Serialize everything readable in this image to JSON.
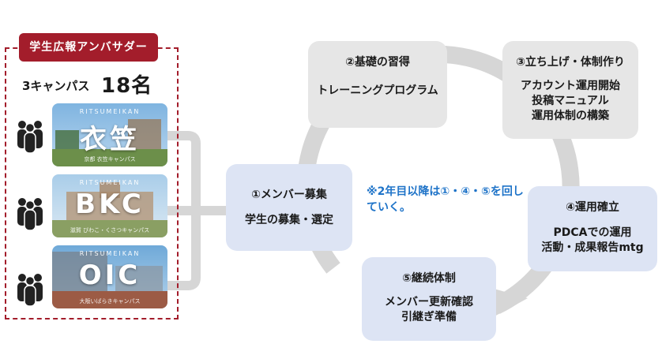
{
  "panel": {
    "title": "学生広報アンバサダー",
    "count_prefix": "3キャンパス",
    "count_value": "18名"
  },
  "campuses": [
    {
      "brand": "RITSUMEIKAN",
      "name": "衣笠",
      "sub": "京都 衣笠キャンパス"
    },
    {
      "brand": "RITSUMEIKAN",
      "name": "BKC",
      "sub": "滋賀 びわこ・くさつキャンパス"
    },
    {
      "brand": "RITSUMEIKAN",
      "name": "OIC",
      "sub": "大阪いばらきキャンパス"
    }
  ],
  "steps": [
    {
      "title": "①メンバー募集",
      "lines": [
        "学生の募集・選定"
      ]
    },
    {
      "title": "②基礎の習得",
      "lines": [
        "トレーニングプログラム"
      ]
    },
    {
      "title": "③立ち上げ・体制作り",
      "lines": [
        "アカウント運用開始",
        "投稿マニュアル",
        "運用体制の構築"
      ]
    },
    {
      "title": "④運用確立",
      "lines": [
        "PDCAでの運用",
        "活動・成果報告mtg"
      ]
    },
    {
      "title": "⑤継続体制",
      "lines": [
        "メンバー更新確認",
        "引継ぎ準備"
      ]
    }
  ],
  "note": {
    "lines": [
      "※2年目以降は①・④・⑤を回し",
      "ていく。"
    ]
  },
  "colors": {
    "accent_red": "#a31d2b",
    "step_gray": "#e6e6e6",
    "step_blue": "#dde4f4",
    "cycle_arrow": "#d6d6d6",
    "note_blue": "#1e73c8"
  },
  "icons": [
    "people-group-icon",
    "cycle-arrow-icon"
  ]
}
